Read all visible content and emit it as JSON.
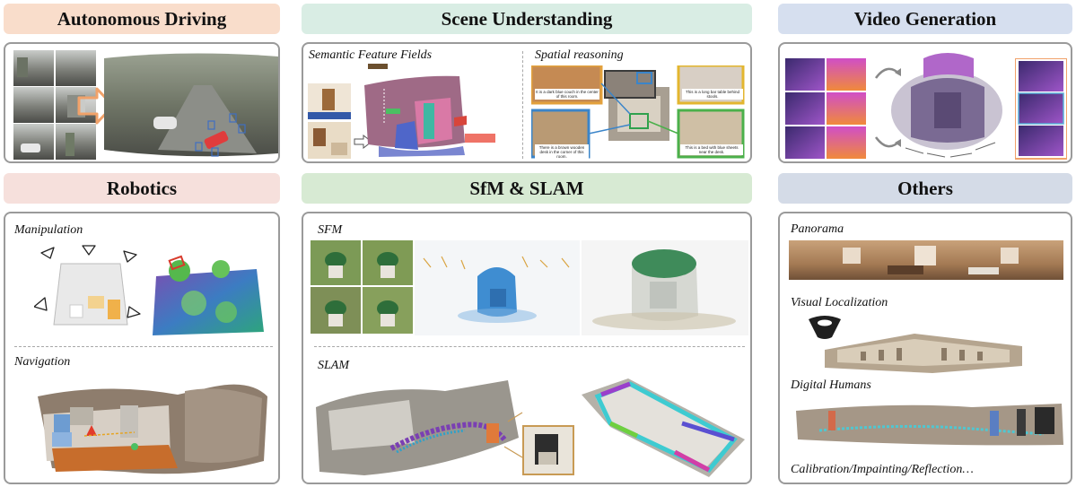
{
  "headers": {
    "autonomous_driving": "Autonomous Driving",
    "scene_understanding": "Scene Understanding",
    "video_generation": "Video Generation",
    "robotics": "Robotics",
    "sfm_slam": "SfM & SLAM",
    "others": "Others"
  },
  "scene_understanding": {
    "semantic_label": "Semantic Feature Fields",
    "spatial_label": "Spatial reasoning",
    "captions": [
      "It is a dark blue couch in the center of this room.",
      "This is a long bar table behind stools.",
      "There is a brown wooden desk in the corner of this room.",
      "This is a bed with blue sheets near the desk."
    ]
  },
  "robotics": {
    "manipulation_label": "Manipulation",
    "navigation_label": "Navigation"
  },
  "sfm_slam": {
    "sfm_label": "SFM",
    "slam_label": "SLAM"
  },
  "others": {
    "panorama_label": "Panorama",
    "visual_localization_label": "Visual Localization",
    "digital_humans_label": "Digital Humans",
    "calibration_label": "Calibration/Impainting/Reflection…"
  },
  "colors": {
    "autonomous_driving_header": "#f9ddcb",
    "scene_understanding_header": "#d9ede4",
    "video_generation_header": "#d6dfef",
    "robotics_header": "#f6e0dc",
    "sfm_slam_header": "#d7ead3",
    "others_header": "#d4dbe7",
    "panel_border": "#9a9a9a",
    "arrow_orange": "#f1a26a"
  },
  "icons": [
    "arrow-right-icon",
    "camera-frustum-icon",
    "curved-arrow-icon",
    "location-pin-icon"
  ]
}
